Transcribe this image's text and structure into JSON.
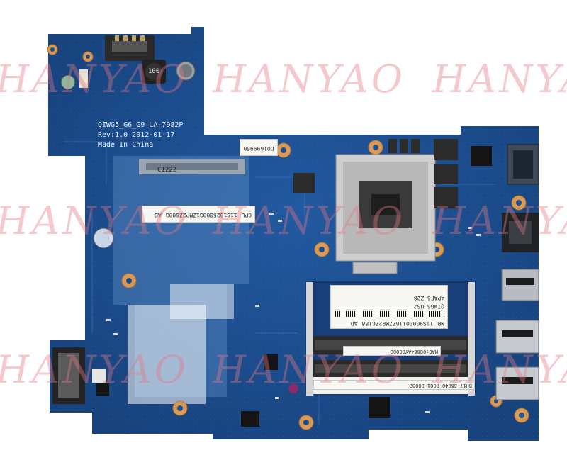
{
  "board": {
    "model_line": "QIWG5_G6_G9  LA-7982P",
    "rev_line": "Rev:1.0  2012-01-17",
    "origin_line": "Made In China",
    "hdd_label": "C1222"
  },
  "stickers": {
    "serial_top": "D01699950",
    "cpu_label_prefix": "CPU",
    "cpu_label_serial": "11S102500031ZMP2Z6003",
    "cpu_label_suffix": "AS",
    "mb_label_prefix": "MB",
    "mb_label_serial": "11S90000116ZZMP2ZC188",
    "mb_label_suffix": "AD",
    "board_code": "QIWG6 US2",
    "board_sub": "4PAF6-Z28",
    "mac_line": "MAC:00664AY00000",
    "slot_line": "BH17-36040-0001-00080"
  },
  "components": {
    "inductor_top": "100"
  },
  "watermark": {
    "text": "HANYAO"
  },
  "colors": {
    "pcb": "#1d4e8f",
    "pcb_dark": "#163e75",
    "gold": "#d99a55",
    "socket": "#c8c8c8",
    "watermark": "#e27882"
  }
}
